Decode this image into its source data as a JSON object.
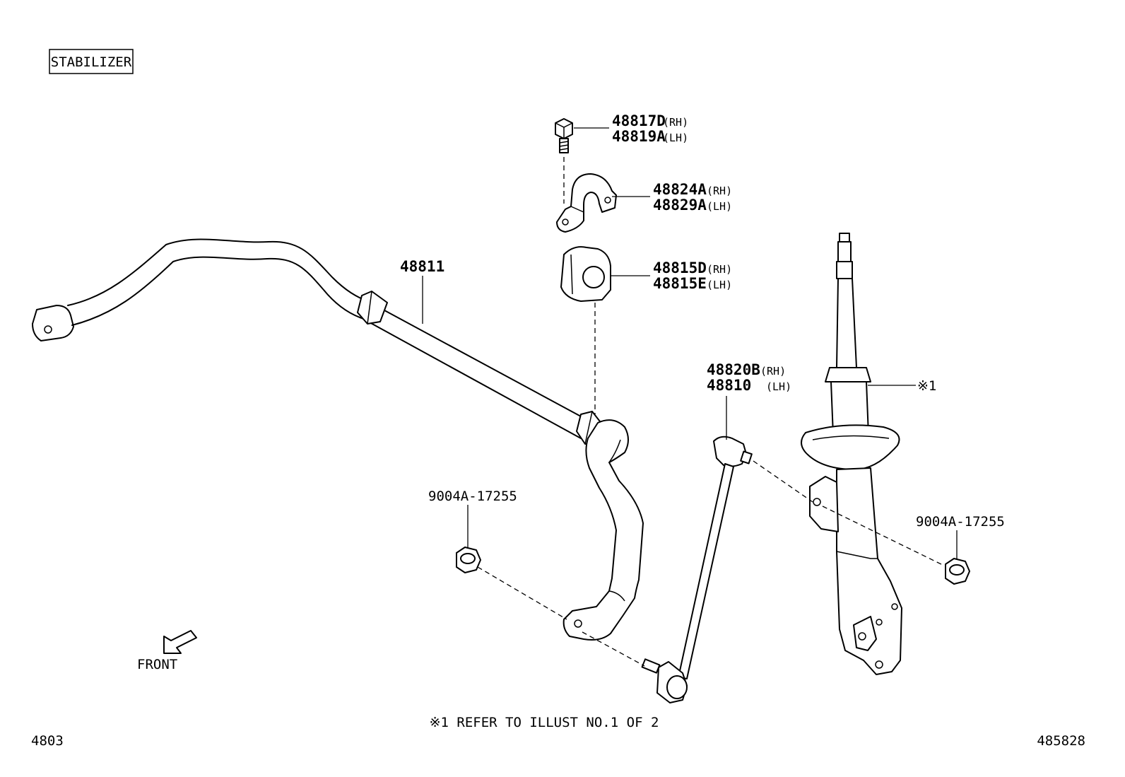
{
  "title": "STABILIZER",
  "callouts": {
    "bolt_rh": "48817D",
    "bolt_rh_side": "(RH)",
    "bolt_lh": "48819A",
    "bolt_lh_side": "(LH)",
    "bracket_rh": "48824A",
    "bracket_rh_side": "(RH)",
    "bracket_lh": "48829A",
    "bracket_lh_side": "(LH)",
    "bushing_rh": "48815D",
    "bushing_rh_side": "(RH)",
    "bushing_lh": "48815E",
    "bushing_lh_side": "(LH)",
    "stabilizer_bar": "48811",
    "link_rh": "48820B",
    "link_rh_side": "(RH)",
    "link_lh": "48810",
    "link_lh_side": "(LH)",
    "strut_ref": "※1",
    "nut_left": "9004A-17255",
    "nut_right": "9004A-17255"
  },
  "front_label": "FRONT",
  "footnote": "※1 REFER TO ILLUST NO.1 OF 2",
  "page_left": "4803",
  "page_right": "485828"
}
